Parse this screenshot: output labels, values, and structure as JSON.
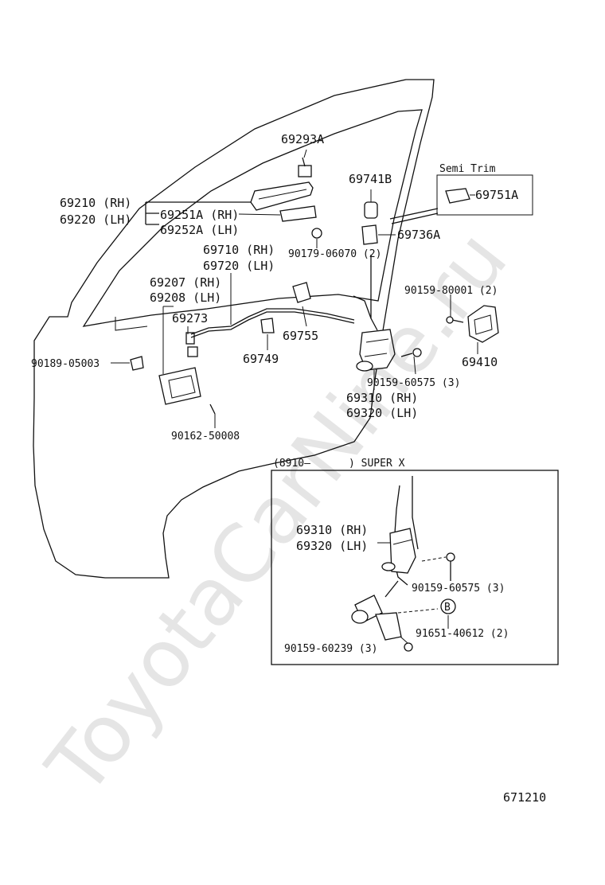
{
  "watermark": "ToyotaCarNine.ru",
  "diagram_code": "671210",
  "semi_trim_label": "Semi Trim",
  "inset": {
    "title_left": "(8910–",
    "title_right": ") SUPER X"
  },
  "labels": {
    "p69293A": "69293A",
    "p69741B": "69741B",
    "p69751A": "69751A",
    "p69210": "69210 (RH)",
    "p69220": "69220 (LH)",
    "p69251A": "69251A (RH)",
    "p69252A": "69252A (LH)",
    "p69736A": "69736A",
    "p90179": "90179-06070 (2)",
    "p69710": "69710 (RH)",
    "p69720": "69720 (LH)",
    "p69207": "69207 (RH)",
    "p69208": "69208 (LH)",
    "p90159_80001": "90159-80001 (2)",
    "p69273": "69273",
    "p69755": "69755",
    "p69749": "69749",
    "p69410": "69410",
    "p90189": "90189-05003",
    "p90159_60575": "90159-60575 (3)",
    "p69310": "69310 (RH)",
    "p69320": "69320 (LH)",
    "p90162": "90162-50008",
    "i69310": "69310 (RH)",
    "i69320": "69320 (LH)",
    "i90159_60575": "90159-60575 (3)",
    "iB": "B",
    "i91651": "91651-40612 (2)",
    "i90159_60239": "90159-60239 (3)"
  }
}
